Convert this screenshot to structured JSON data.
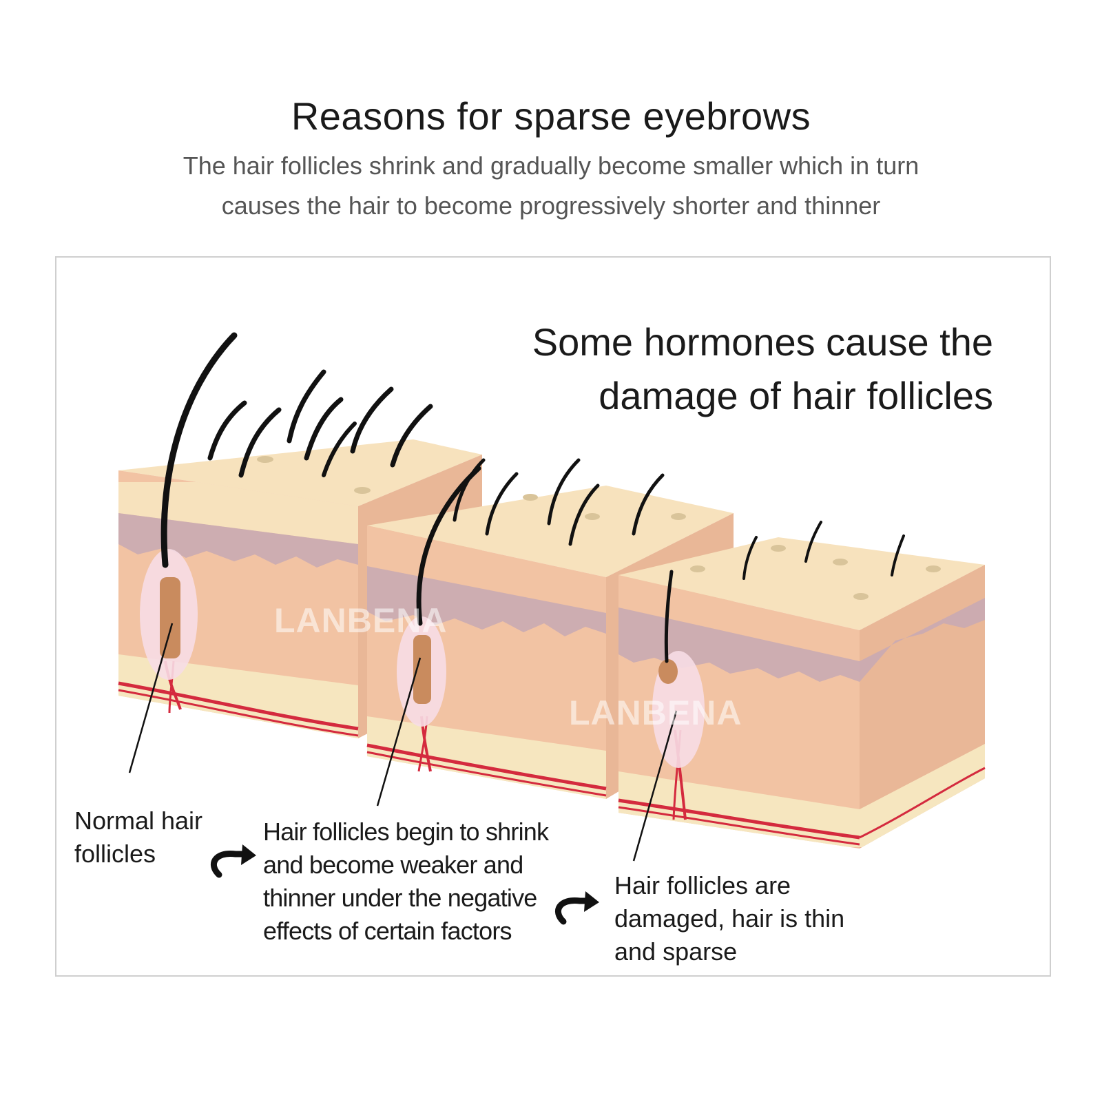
{
  "header": {
    "title": "Reasons for sparse eyebrows",
    "subtitle_lines": [
      "The hair follicles shrink and gradually become smaller which in turn",
      "causes the hair to become progressively shorter and thinner"
    ]
  },
  "diagram": {
    "headline_lines": [
      "Some hormones cause the",
      "damage of hair follicles"
    ],
    "watermark": "LANBENA",
    "stages": [
      {
        "lines": [
          "Normal hair",
          "follicles"
        ]
      },
      {
        "lines": [
          "Hair follicles begin to shrink",
          "and become weaker and",
          "thinner under the negative",
          "effects of certain factors"
        ]
      },
      {
        "lines": [
          "Hair follicles are",
          "damaged, hair is thin",
          "and sparse"
        ]
      }
    ],
    "icons": [
      "curved-arrow-icon",
      "curved-arrow-icon"
    ],
    "colors": {
      "skin_top": "#f7e2bd",
      "dermis": "#f2c3a3",
      "epidermis_band": "#c7a9b4",
      "fat_layer": "#f6e6bf",
      "vessel": "#d42a3e",
      "hair": "#111111",
      "follicle": "#c98b5e"
    }
  }
}
